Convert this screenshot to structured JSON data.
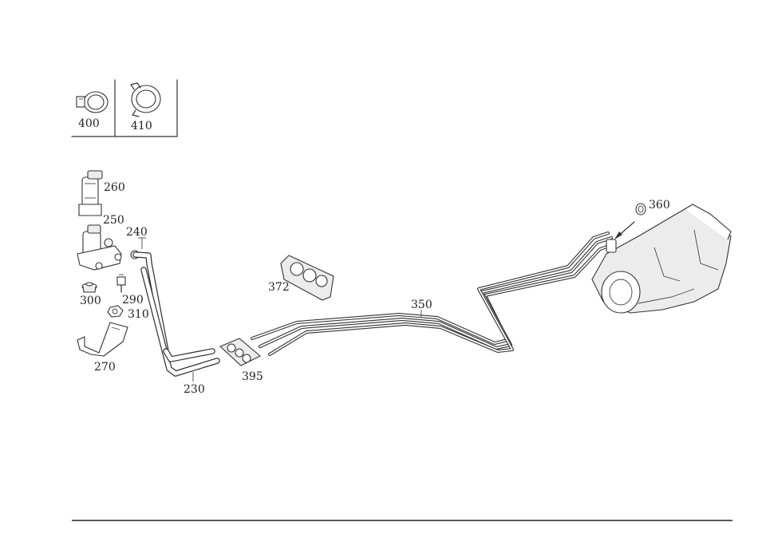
{
  "labels": {
    "p400": "400",
    "p410": "410",
    "p260": "260",
    "p250": "250",
    "p240": "240",
    "p300": "300",
    "p290": "290",
    "p310": "310",
    "p270": "270",
    "p230": "230",
    "p395": "395",
    "p372": "372",
    "p350": "350",
    "p360": "360"
  }
}
